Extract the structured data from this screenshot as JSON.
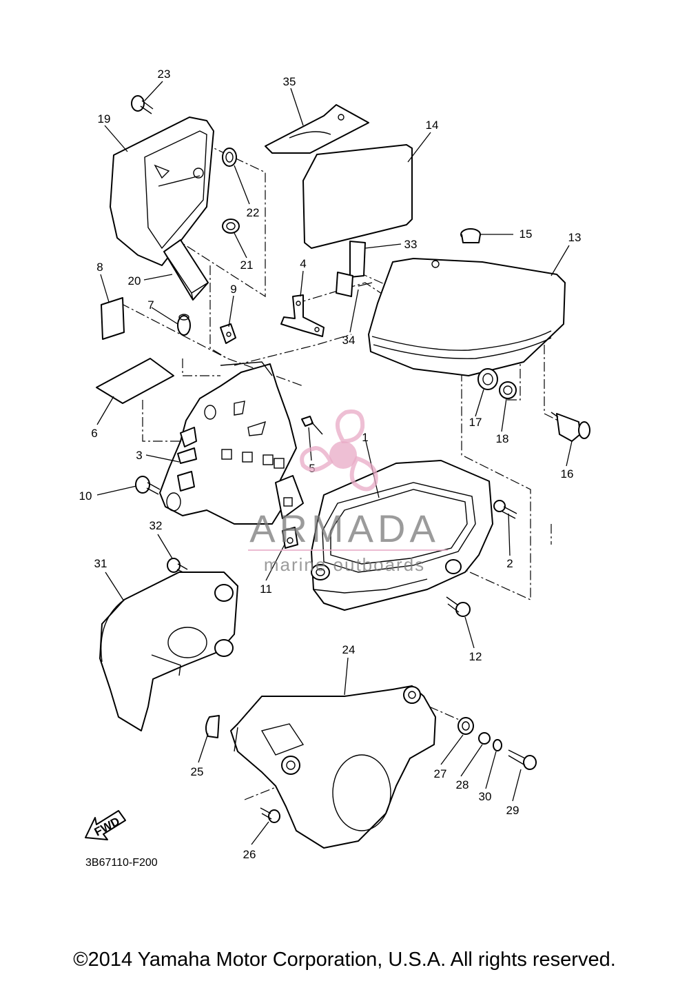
{
  "diagram_code": "3B67110-F200",
  "fwd_label": "FWD",
  "copyright": "©2014 Yamaha Motor Corporation, U.S.A. All rights reserved.",
  "watermark": {
    "brand": "ARMADA",
    "tagline": "marine outboards",
    "accent": "#e8a9c6"
  },
  "callouts": [
    "1",
    "2",
    "3",
    "4",
    "5",
    "6",
    "7",
    "8",
    "9",
    "10",
    "11",
    "12",
    "13",
    "14",
    "15",
    "16",
    "17",
    "18",
    "19",
    "20",
    "21",
    "22",
    "23",
    "24",
    "25",
    "26",
    "27",
    "28",
    "29",
    "30",
    "31",
    "32",
    "33",
    "34",
    "35"
  ]
}
